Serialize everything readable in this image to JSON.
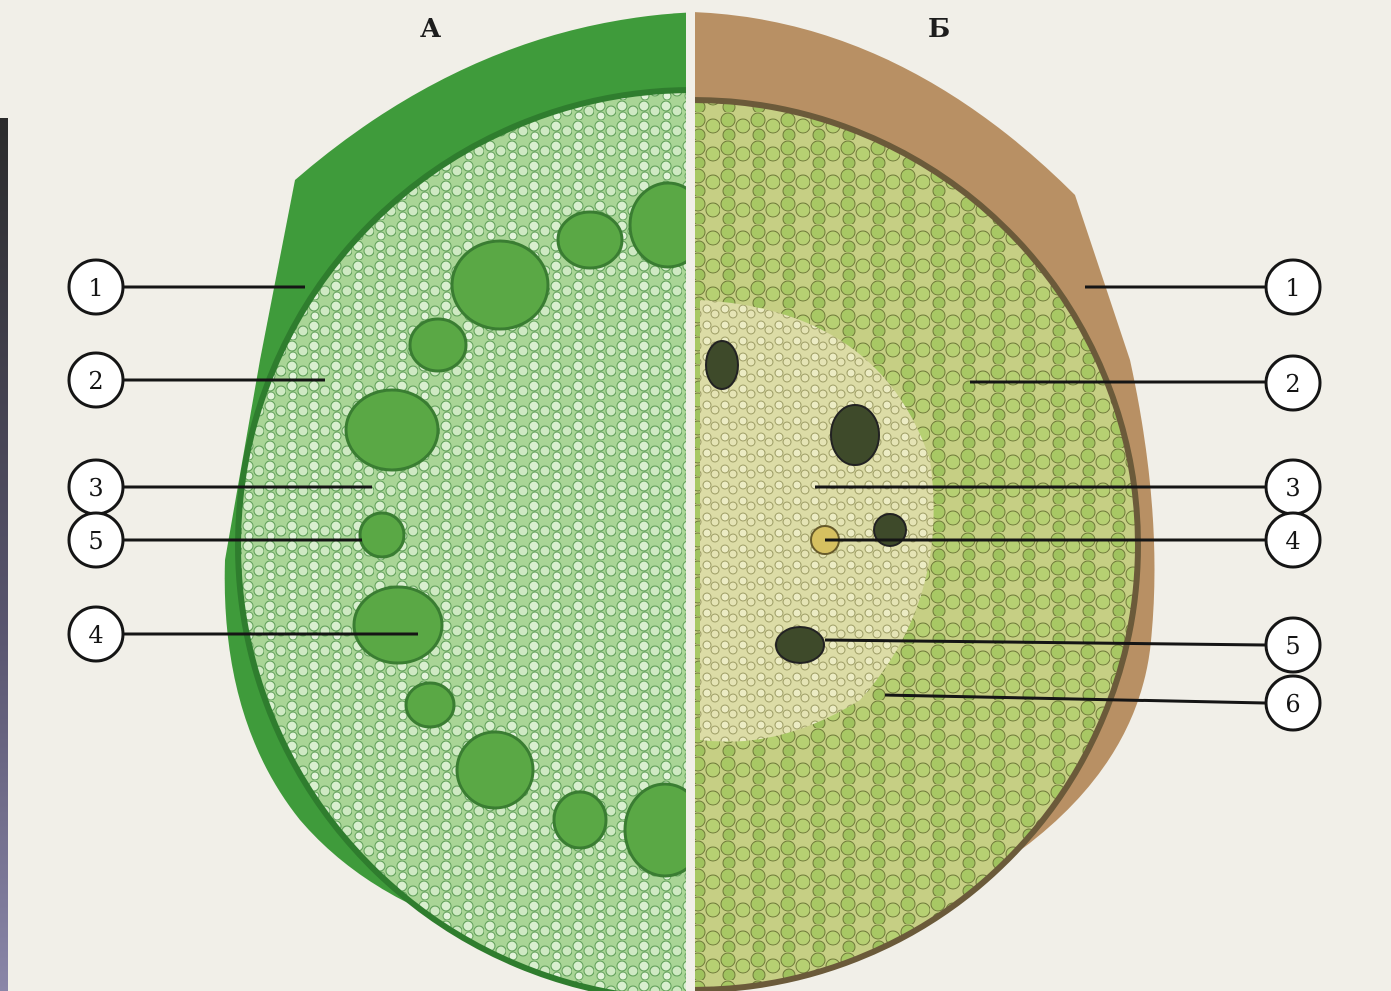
{
  "panels": {
    "a_label": "А",
    "b_label": "Б"
  },
  "colors": {
    "background": "#f1efe8",
    "stem_a_fill": "#9ecf8a",
    "stem_a_rind": "#3d9a3a",
    "stem_b_fill": "#c8d08a",
    "stem_b_rind": "#b48a5a",
    "bundle": "#5aa845"
  },
  "callouts_left": [
    {
      "number": "1"
    },
    {
      "number": "2"
    },
    {
      "number": "3"
    },
    {
      "number": "5"
    },
    {
      "number": "4"
    }
  ],
  "callouts_right": [
    {
      "number": "1"
    },
    {
      "number": "2"
    },
    {
      "number": "3"
    },
    {
      "number": "4"
    },
    {
      "number": "5"
    },
    {
      "number": "6"
    }
  ]
}
